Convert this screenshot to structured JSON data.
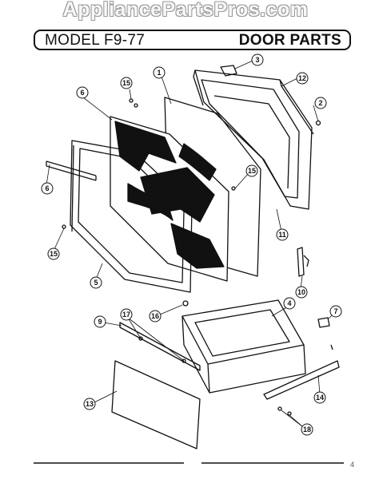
{
  "watermark": "AppliancePartsPros.com",
  "header": {
    "model": "MODEL F9-77",
    "section": "DOOR PARTS"
  },
  "callouts": [
    "1",
    "2",
    "3",
    "4",
    "5",
    "6",
    "6",
    "7",
    "9",
    "10",
    "11",
    "12",
    "13",
    "14",
    "15",
    "15",
    "15",
    "16",
    "17",
    "18"
  ],
  "footer_mark": "4"
}
